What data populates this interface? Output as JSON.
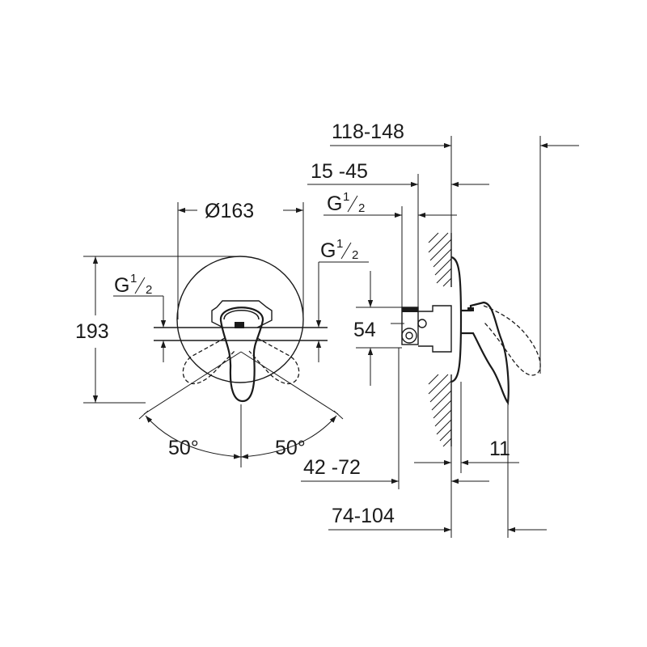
{
  "dimensions": {
    "d118_148": "118-148",
    "d15_45": "15 -45",
    "d163": "Ø163",
    "d193": "193",
    "d54": "54",
    "d42_72": "42 -72",
    "d74_104": "74-104",
    "d11": "11",
    "angle_left": "50°",
    "angle_right": "50°"
  },
  "threads": {
    "base": "G",
    "numerator": "1",
    "denominator": "2"
  }
}
